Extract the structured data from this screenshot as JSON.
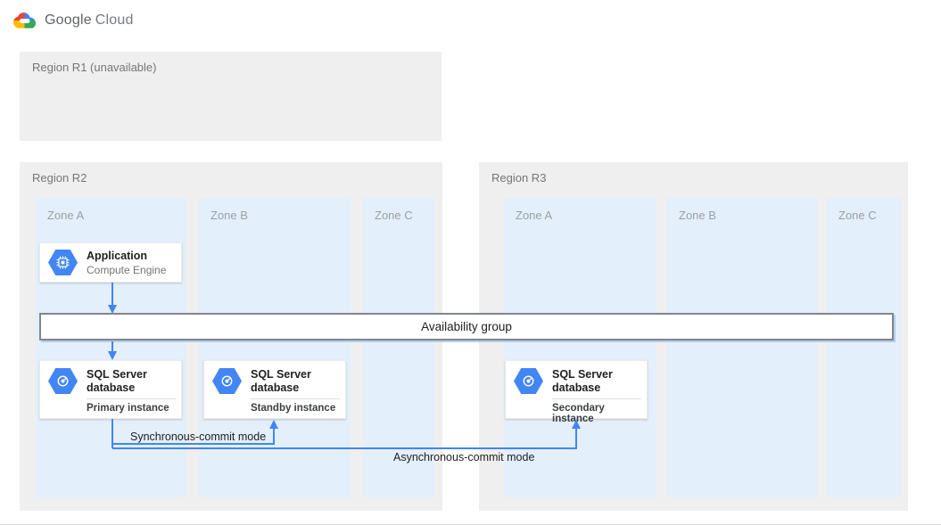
{
  "header": {
    "logo_google": "Google",
    "logo_cloud": "Cloud"
  },
  "regions": {
    "r1": {
      "label": "Region R1 (unavailable)"
    },
    "r2": {
      "label": "Region R2",
      "zones": [
        "Zone A",
        "Zone B",
        "Zone C"
      ]
    },
    "r3": {
      "label": "Region R3",
      "zones": [
        "Zone A",
        "Zone B",
        "Zone C"
      ]
    }
  },
  "nodes": {
    "application": {
      "title": "Application",
      "subtitle": "Compute Engine",
      "icon": "compute-engine-icon"
    },
    "availability_group": {
      "label": "Availability group"
    },
    "sql_primary": {
      "title": "SQL Server database",
      "instance": "Primary instance",
      "icon": "cloud-sql-icon"
    },
    "sql_standby": {
      "title": "SQL Server database",
      "instance": "Standby instance",
      "icon": "cloud-sql-icon"
    },
    "sql_secondary": {
      "title": "SQL Server database",
      "instance": "Secondary instance",
      "icon": "cloud-sql-icon"
    }
  },
  "connections": {
    "sync_label": "Synchronous-commit mode",
    "async_label": "Asynchronous-commit mode"
  },
  "colors": {
    "arrow": "#4285f4",
    "hexagon_fill": "#4285f4",
    "zone_fill": "#e3effb",
    "region_fill": "#efefef",
    "availability_border": "#80868b",
    "logo_red": "#ea4335",
    "logo_blue": "#4285f4",
    "logo_yellow": "#fbbc05",
    "logo_green": "#34a853"
  }
}
